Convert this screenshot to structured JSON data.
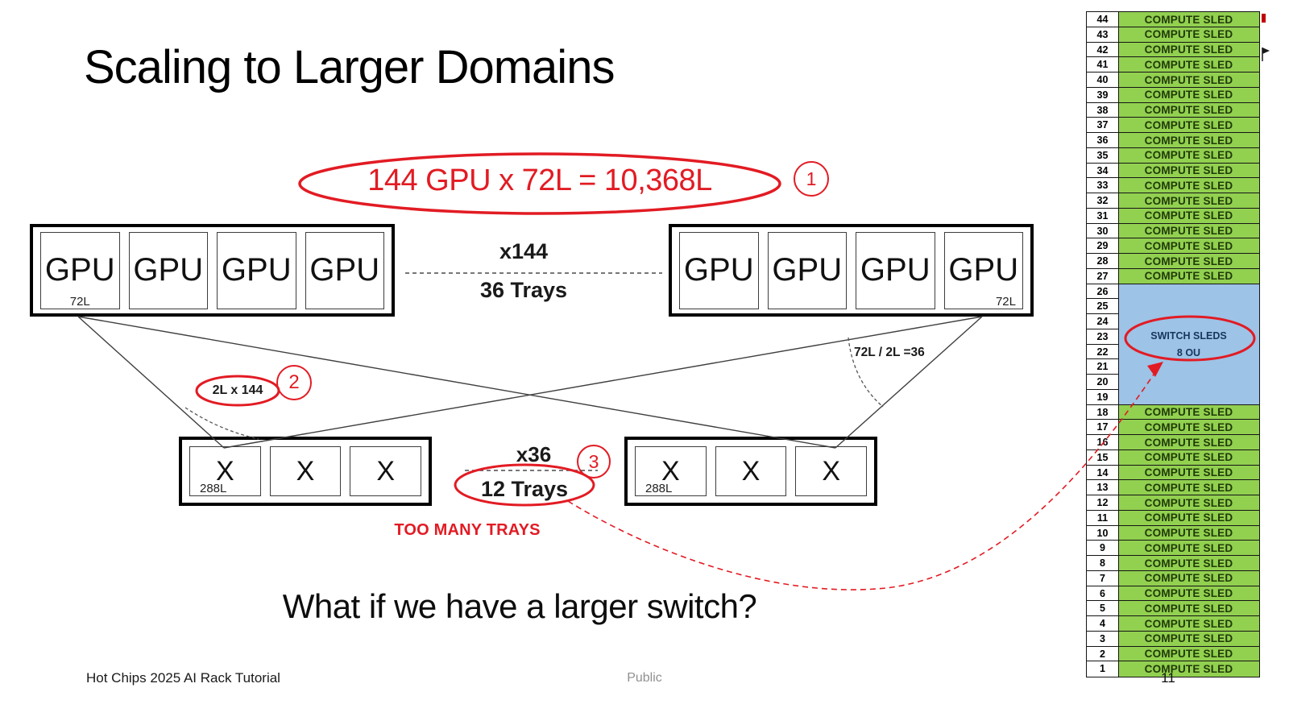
{
  "title": "Scaling to Larger Domains",
  "colors": {
    "red": "#E21B23",
    "green": "#92D050",
    "blue": "#9DC3E6"
  },
  "annotations": {
    "formula": "144 GPU x 72L = 10,368L",
    "badge1": "1",
    "badge2": "2",
    "badge3": "3",
    "cable_label": "2L x 144",
    "angle_label": "72L / 2L =36",
    "warning": "TOO MANY TRAYS",
    "question": "What if we have a larger switch?"
  },
  "gpu_domain": {
    "gpu_labels": [
      "GPU",
      "GPU",
      "GPU",
      "GPU"
    ],
    "left_capacity": "72L",
    "right_capacity": "72L",
    "count_label": "x144",
    "trays_label": "36 Trays"
  },
  "switch_domain": {
    "x_labels": [
      "X",
      "X",
      "X"
    ],
    "left_capacity": "288L",
    "right_capacity": "288L",
    "count_label": "x36",
    "trays_label": "12 Trays"
  },
  "rack": {
    "compute_label": "COMPUTE SLED",
    "switch_label": "SWITCH SLEDS",
    "switch_sub_label": "8 OU",
    "sections": [
      {
        "type": "compute",
        "rows": [
          44,
          43,
          42,
          41,
          40,
          39,
          38,
          37,
          36,
          35,
          34,
          33,
          32,
          31,
          30,
          29,
          28,
          27
        ]
      },
      {
        "type": "switch",
        "rows": [
          26,
          25,
          24,
          23,
          22,
          21,
          20,
          19
        ]
      },
      {
        "type": "compute",
        "rows": [
          18,
          17,
          16,
          15,
          14,
          13,
          12,
          11,
          10,
          9,
          8,
          7,
          6,
          5,
          4,
          3,
          2,
          1
        ]
      }
    ]
  },
  "footer": {
    "left": "Hot Chips 2025 AI Rack Tutorial",
    "center": "Public",
    "page": "11"
  }
}
